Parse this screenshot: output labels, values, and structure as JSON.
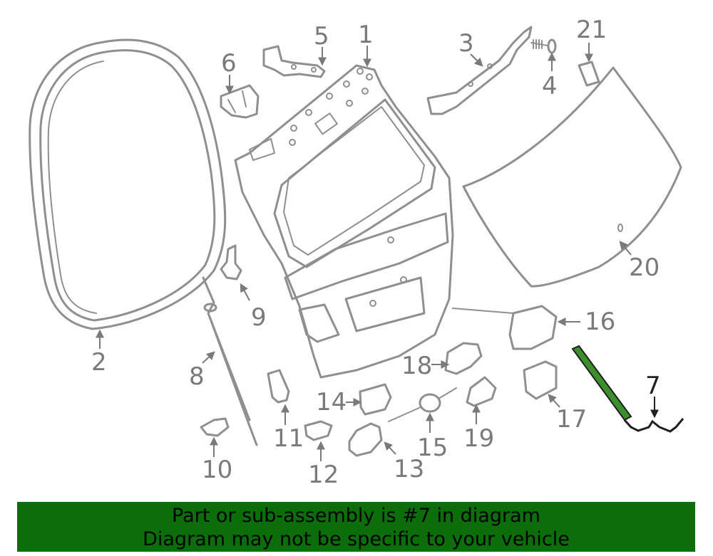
{
  "diagram": {
    "callouts": [
      "1",
      "2",
      "3",
      "4",
      "5",
      "6",
      "7",
      "8",
      "9",
      "10",
      "11",
      "12",
      "13",
      "14",
      "15",
      "16",
      "17",
      "18",
      "19",
      "20",
      "21"
    ],
    "highlighted_part": "7",
    "colors": {
      "part_outline": "#8f8f8f",
      "callout_text": "#7a7a7a",
      "highlight_fill": "#3d8f2e",
      "banner_bg": "#0b6e0b"
    }
  },
  "banner": {
    "line1": "Part or sub-assembly is #7 in diagram",
    "line2": "Diagram may not be specific to your vehicle"
  }
}
